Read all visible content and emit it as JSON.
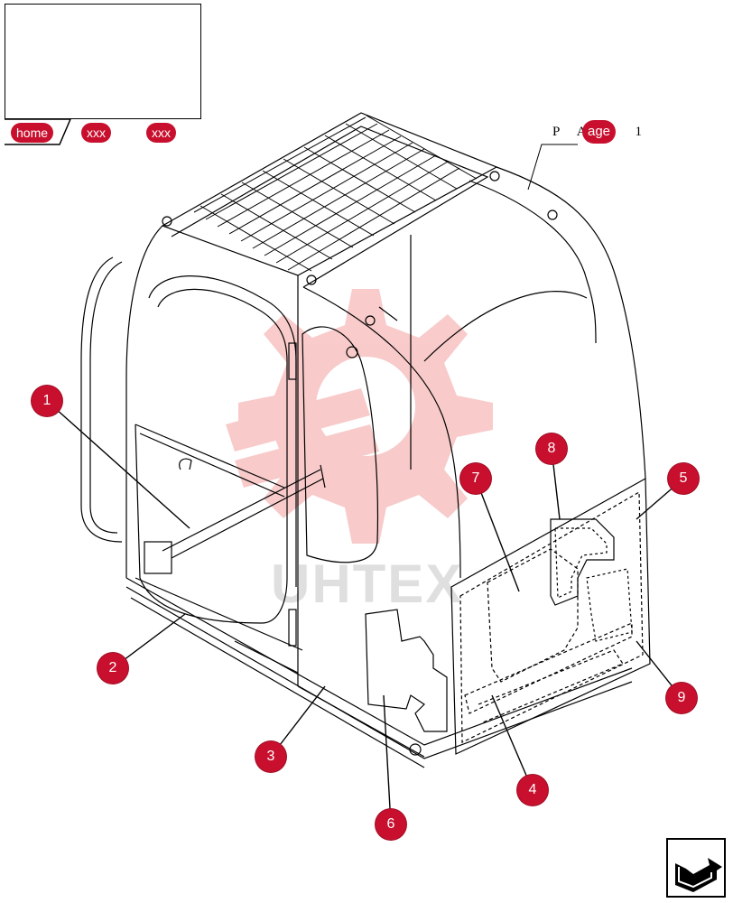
{
  "nav": {
    "home_label": "home",
    "crumb1_label": "xxx",
    "crumb2_label": "xxx"
  },
  "page_reference": {
    "prefix": "P A",
    "badge": "age",
    "suffix": "1"
  },
  "watermark": {
    "text": "UHTEX"
  },
  "callouts": [
    "1",
    "2",
    "3",
    "4",
    "5",
    "6",
    "7",
    "8",
    "9"
  ],
  "colors": {
    "accent": "#c8102e",
    "watermark": "#f4a0a0",
    "line": "#000000"
  },
  "icons": {
    "next_page": "arrow-next-icon"
  }
}
